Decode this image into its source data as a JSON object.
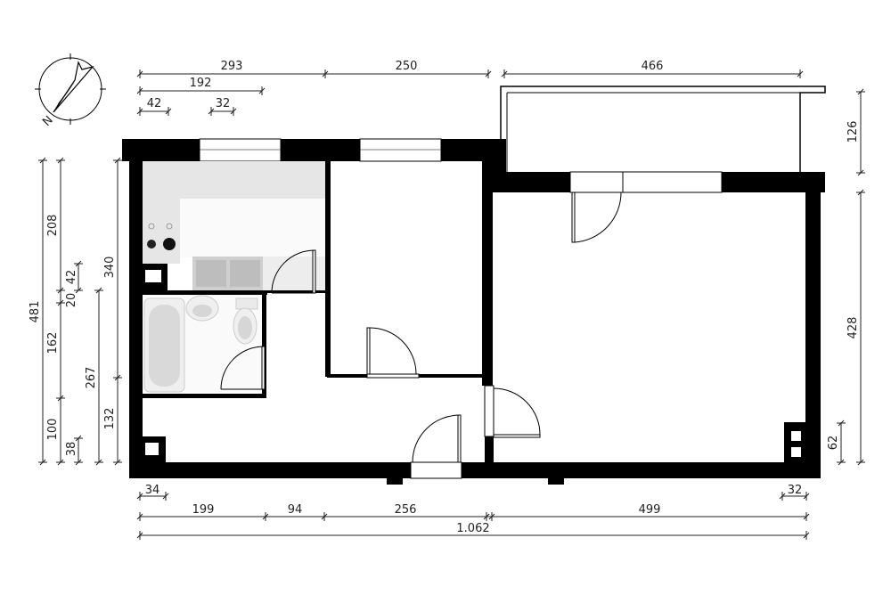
{
  "dimensions": {
    "top_293": "293",
    "top_250": "250",
    "top_466": "466",
    "top_192": "192",
    "top_42": "42",
    "top_32": "32",
    "bottom_34": "34",
    "bottom_199": "199",
    "bottom_94": "94",
    "bottom_256": "256",
    "bottom_499": "499",
    "bottom_32": "32",
    "bottom_total": "1.062",
    "left_481": "481",
    "left_208": "208",
    "left_162": "162",
    "left_100": "100",
    "left_42": "42",
    "left_20": "20",
    "left_38": "38",
    "left_340": "340",
    "left_267": "267",
    "left_132": "132",
    "right_126": "126",
    "right_428": "428",
    "right_62": "62"
  },
  "north_arrow": {
    "icon": "north-arrow-icon",
    "label": "N"
  },
  "colors": {
    "wall": "#000000",
    "fixture_fill": "#e6e6e6",
    "fixture_dark": "#bdbdbd"
  }
}
